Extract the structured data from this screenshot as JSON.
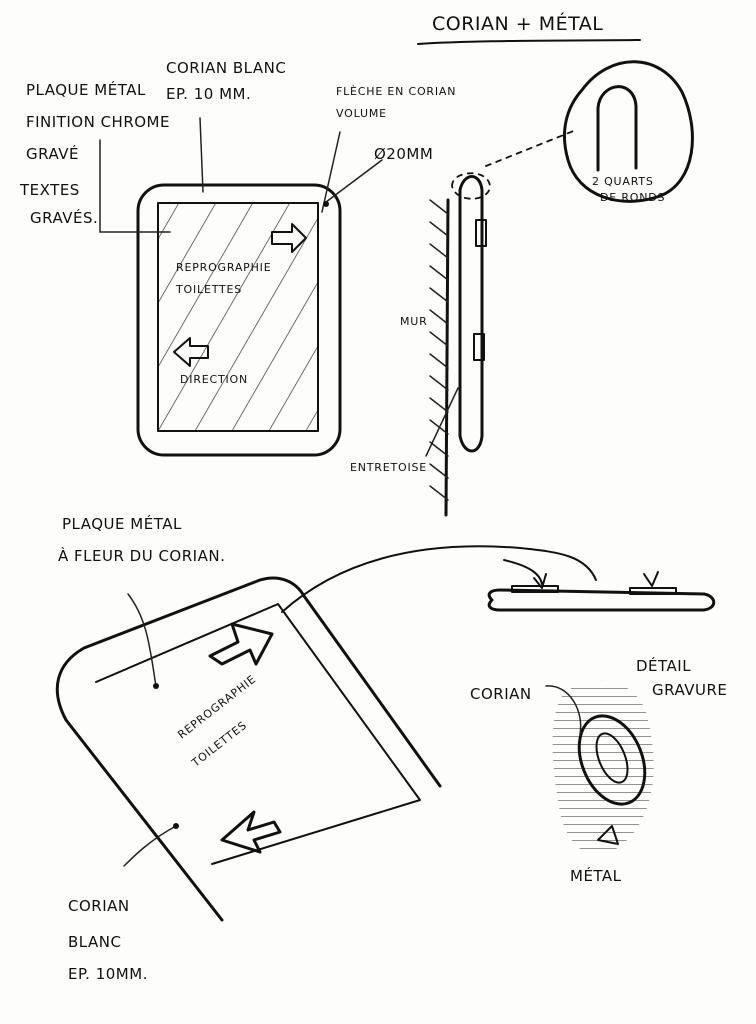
{
  "title": "CORIAN + MÉTAL",
  "front_view": {
    "plate_label": [
      "PLAQUE MÉTAL",
      "FINITION CHROME",
      "GRAVÉ"
    ],
    "texts_label": [
      "TEXTES",
      "GRAVÉS."
    ],
    "corian_label": [
      "CORIAN BLANC",
      "EP. 10 MM."
    ],
    "arrow_label": [
      "FLÈCHE EN CORIAN",
      "VOLUME"
    ],
    "diameter_label": "Ø20MM",
    "plate_text": [
      "REPROGRAPHIE",
      "TOILETTES",
      "DIRECTION"
    ]
  },
  "detail_round": [
    "2 QUARTS",
    "DE RONDS"
  ],
  "side_view": {
    "wall_label": "MUR",
    "spacer_label": "ENTRETOISE"
  },
  "perspective": {
    "flush_label": [
      "PLAQUE MÉTAL",
      "À FLEUR DU CORIAN."
    ],
    "plate_text": [
      "REPROGRAPHIE",
      "TOILETTES"
    ],
    "corian_label": [
      "CORIAN",
      "BLANC",
      "EP. 10MM."
    ]
  },
  "engraving_detail": {
    "title": [
      "DÉTAIL",
      "GRAVURE"
    ],
    "corian_label": "CORIAN",
    "metal_label": "MÉTAL"
  }
}
